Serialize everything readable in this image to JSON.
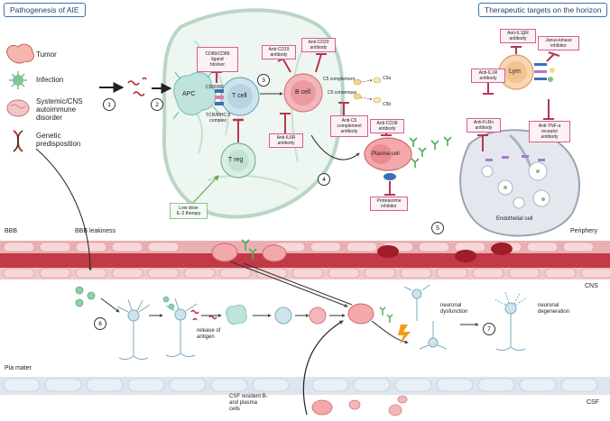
{
  "headers": {
    "left": "Pathogenesis of AIE",
    "right": "Therapeutic targets on the horizon"
  },
  "legend": [
    {
      "label": "Tumor",
      "icon": "tumor-icon"
    },
    {
      "label": "Infection",
      "icon": "infection-icon"
    },
    {
      "label": "Systemic/CNS\nautoimmune\ndisorder",
      "icon": "autoimmune-icon"
    },
    {
      "label": "Genetic\npredisposition",
      "icon": "dna-icon"
    }
  ],
  "steps": [
    "1",
    "2",
    "3",
    "4",
    "5",
    "6",
    "7"
  ],
  "cells": {
    "apc": "APC",
    "tcell": "T cell",
    "bcell": "B cell",
    "treg": "T reg",
    "plasma": "Plasma cell",
    "lym": "Lym",
    "endothelial": "Endothelial cell"
  },
  "molecules": {
    "cd80": "CD80/86",
    "tcr": "TCR/MHC II\ncomplex",
    "c5complement": "C5 complement",
    "c5a": "C5a",
    "c5convertase": "C5 convertase",
    "c5b": "C5b"
  },
  "therapies": {
    "cd80_blocker": "CD80/CD86\nligand\nblocker",
    "anti_cd19": "Anti-CD19\nantibody",
    "anti_cd20": "Anti-CD20\nantibody",
    "anti_c5": "Anti-C5\ncomplement\nantibody",
    "anti_il6r": "Anti-IL6R\nantibody",
    "anti_cd38": "Anti-CD38\nantibody",
    "proteasome": "Proteasome\ninhibitor",
    "low_dose_il2": "Low dose\nIL-2 therapy",
    "anti_il1br": "Anti-IL1βR\nantibody",
    "jak": "Janus-kinase\ninhibitor",
    "anti_il1r": "Anti-IL1R\nantibody",
    "anti_fcrn": "Anti-FcRn\nantibody",
    "anti_tnf": "Anti-TNF-α\nreceptor\nantibody"
  },
  "regions": {
    "bbb": "BBB",
    "bbb_leakiness": "BBB leakiness",
    "periphery": "Periphery",
    "cns": "CNS",
    "pia_mater": "Pia mater",
    "csf": "CSF"
  },
  "cns_labels": {
    "release": "release of\nantigen",
    "dysfunction": "neuronal\ndysfunction",
    "degeneration": "neuronal\ndegeneration",
    "csf_resident": "CSF resident B-\nand plasma\ncells"
  },
  "colors": {
    "header_border": "#3f6fb0",
    "therapy_border": "#d65e8f",
    "inhibit": "#b5374f",
    "vessel": "#c13a45",
    "tcell": "#cfe3ec",
    "bcell": "#f3b6b9",
    "lym": "#f8d6b2",
    "antibody": "#4caf50"
  }
}
